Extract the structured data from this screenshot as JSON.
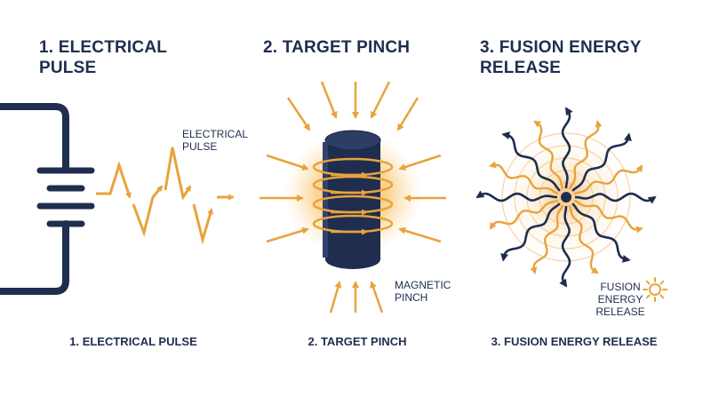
{
  "panels": [
    {
      "heading_line1": "1. ELECTRICAL",
      "heading_line2": "PULSE",
      "annotation_line1": "ELECTRICAL",
      "annotation_line2": "PULSE",
      "caption": "1. ELECTRICAL PULSE"
    },
    {
      "heading": "2. TARGET PINCH",
      "annotation_line1": "MAGNETIC",
      "annotation_line2": "PINCH",
      "caption": "2. TARGET PINCH"
    },
    {
      "heading_line1": "3. FUSION ENERGY",
      "heading_line2": "RELEASE",
      "annotation_line1": "FUSION",
      "annotation_line2": "ENERGY",
      "annotation_line3": "RELEASE",
      "caption": "3. FUSION ENERGY RELEASE"
    }
  ],
  "colors": {
    "navy": "#1f2d4f",
    "orange": "#e8a33c",
    "glow": "#f7b44a",
    "ring": "#f2c98a"
  },
  "icons": [
    "battery-circuit-icon",
    "zigzag-pulse-icon",
    "cylinder-target-icon",
    "sun-icon"
  ]
}
